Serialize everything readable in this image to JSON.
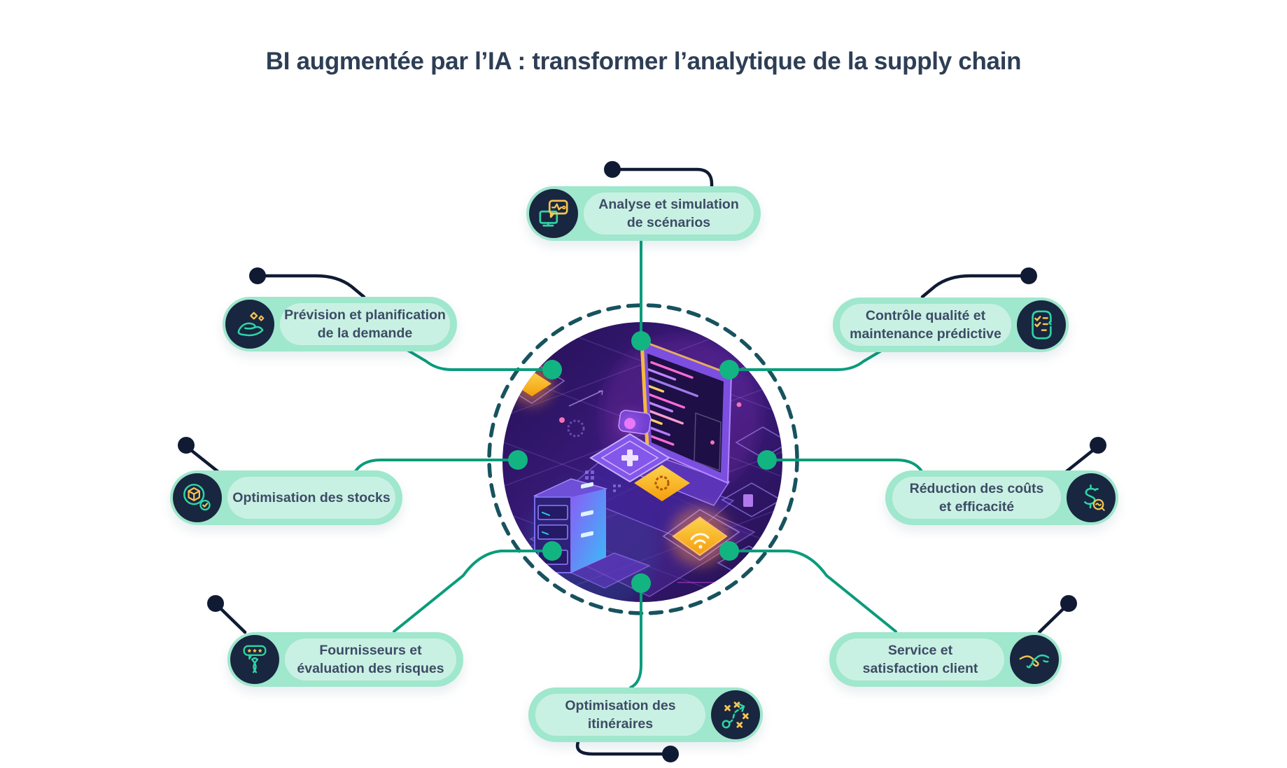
{
  "title": "BI augmentée par l’IA : transformer l’analytique de la supply chain",
  "pills": {
    "analyse": {
      "line1": "Analyse et simulation",
      "line2": "de scénarios",
      "icon": "monitor-pulse-icon"
    },
    "prevision": {
      "line1": "Prévision et planification",
      "line2": "de la demande",
      "icon": "hand-sparkles-icon"
    },
    "stocks": {
      "line1": "Optimisation des stocks",
      "line2": "",
      "icon": "cube-check-icon"
    },
    "fournisseurs": {
      "line1": "Fournisseurs et",
      "line2": "évaluation des risques",
      "icon": "ribbon-stars-icon"
    },
    "itineraires": {
      "line1": "Optimisation des",
      "line2": "itinéraires",
      "icon": "strategy-route-icon"
    },
    "service": {
      "line1": "Service et",
      "line2": "satisfaction client",
      "icon": "handshake-icon"
    },
    "reduction": {
      "line1": "Réduction des coûts",
      "line2": "et efficacité",
      "icon": "dollar-efficiency-icon"
    },
    "controle": {
      "line1": "Contrôle qualité et",
      "line2": "maintenance prédictive",
      "icon": "checklist-icon"
    }
  },
  "colors": {
    "connector_green": "#0a9c7b",
    "node_dot_green": "#12b581",
    "pin_navy": "#101b33",
    "dashed_ring": "#17535e",
    "pill_bg": "#9fe7cd",
    "pill_inner": "#c9f1e3",
    "icon_circle_bg": "#182640",
    "icon_teal": "#2fd5a5",
    "icon_yellow": "#f5c451",
    "title_text": "#2d3e55",
    "pill_text": "#3d4c66"
  }
}
